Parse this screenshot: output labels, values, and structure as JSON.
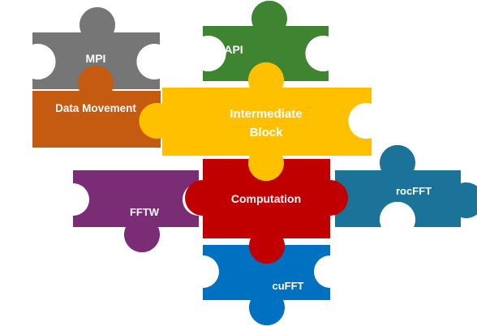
{
  "diagram": {
    "pieces": [
      {
        "id": "mpi",
        "label": "MPI",
        "color": "#767676"
      },
      {
        "id": "api",
        "label": "API",
        "color": "#3F8431"
      },
      {
        "id": "data-movement",
        "label": "Data Movement",
        "color": "#C55A11"
      },
      {
        "id": "intermediate-block",
        "label_line1": "Intermediate",
        "label_line2": "Block",
        "color": "#FFC000"
      },
      {
        "id": "fftw",
        "label": "FFTW",
        "color": "#7A2C74"
      },
      {
        "id": "computation",
        "label": "Computation",
        "color": "#C00000"
      },
      {
        "id": "rocfft",
        "label": "rocFFT",
        "color": "#1B7399"
      },
      {
        "id": "cufft",
        "label": "cuFFT",
        "color": "#0070C0"
      }
    ]
  }
}
